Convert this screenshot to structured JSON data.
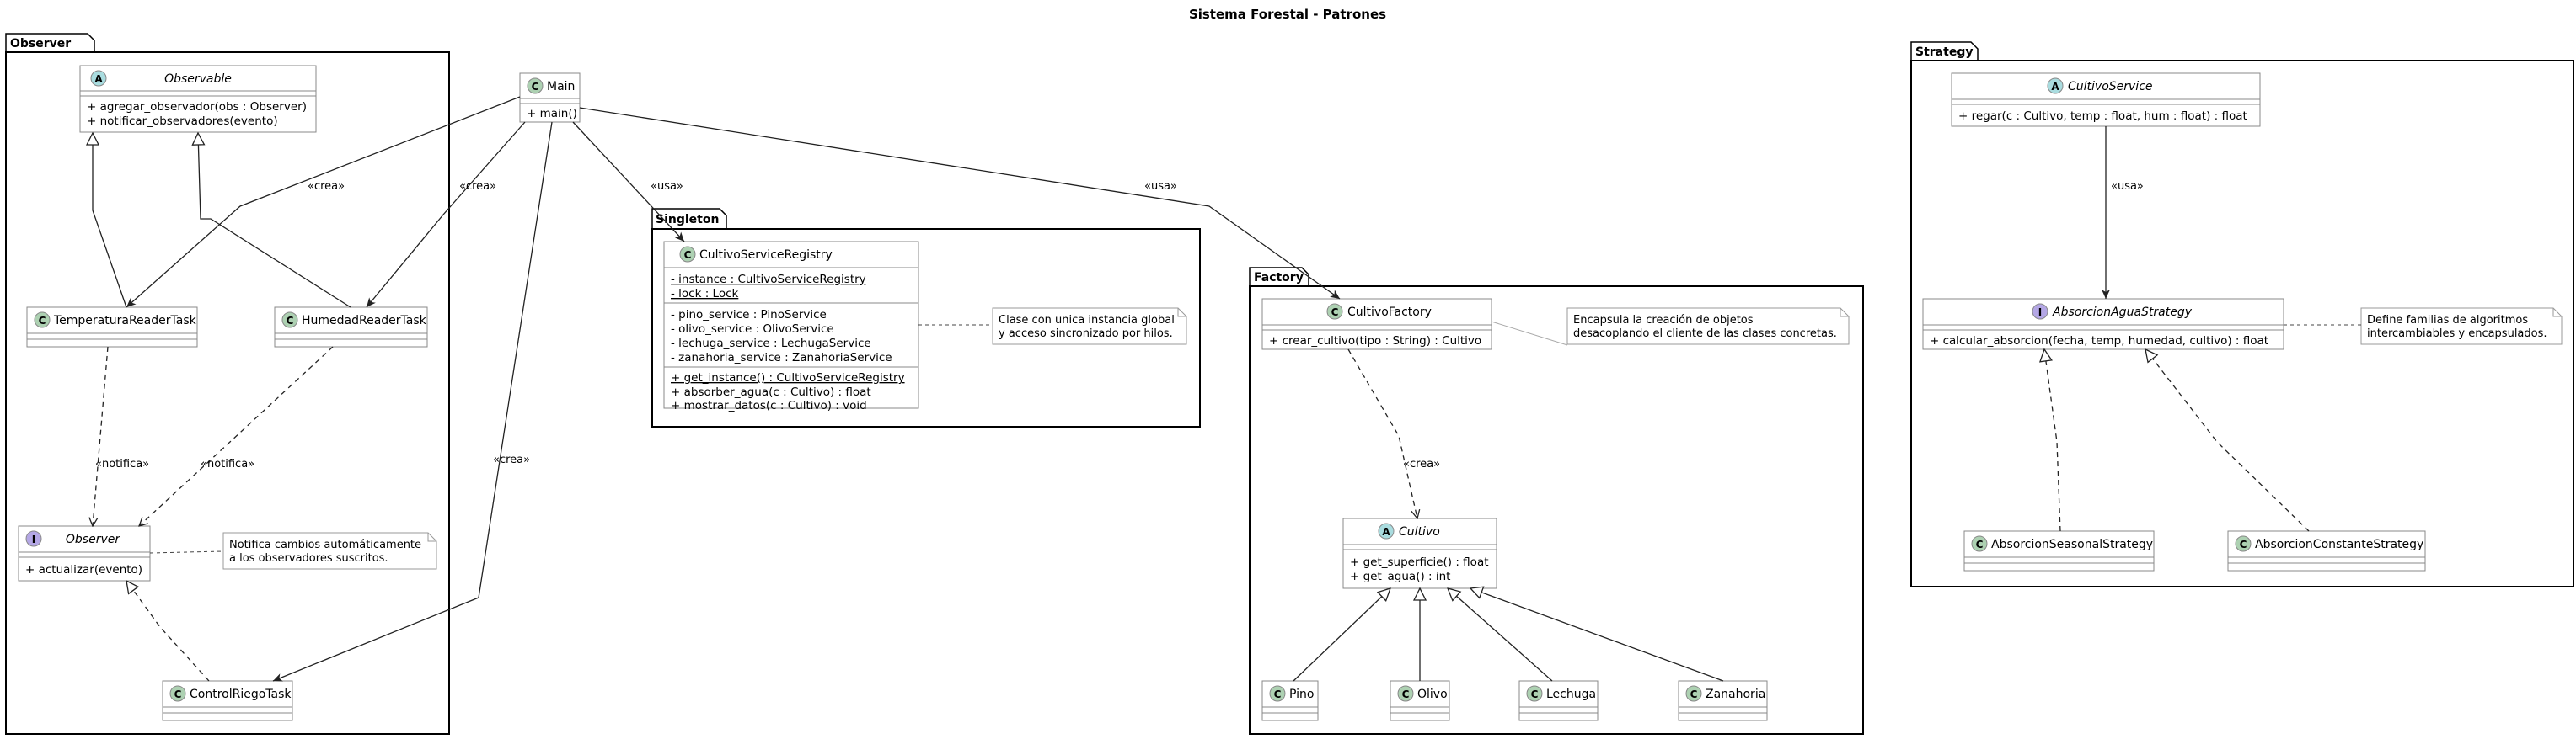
{
  "title": "Sistema Forestal - Patrones",
  "colors": {
    "class_badge": "#ADD1B2",
    "abstract_badge": "#A9DCDF",
    "interface_badge": "#B4A7E5",
    "border": "#888888",
    "package_border": "#000000"
  },
  "packages": {
    "observer": "Observer",
    "singleton": "Singleton",
    "factory": "Factory",
    "strategy": "Strategy"
  },
  "classes": {
    "observable": {
      "badge": "A",
      "name": "Observable",
      "members": [
        "+ agregar_observador(obs : Observer)",
        "+ notificar_observadores(evento)"
      ]
    },
    "main": {
      "badge": "C",
      "name": "Main",
      "members": [
        "+ main()"
      ]
    },
    "temperatura": {
      "badge": "C",
      "name": "TemperaturaReaderTask"
    },
    "humedad": {
      "badge": "C",
      "name": "HumedadReaderTask"
    },
    "observer": {
      "badge": "I",
      "name": "Observer",
      "members": [
        "+ actualizar(evento)"
      ]
    },
    "control": {
      "badge": "C",
      "name": "ControlRiegoTask"
    },
    "registry": {
      "badge": "C",
      "name": "CultivoServiceRegistry",
      "static": [
        "- instance : CultivoServiceRegistry",
        "- lock : Lock"
      ],
      "fields": [
        "- pino_service : PinoService",
        "- olivo_service : OlivoService",
        "- lechuga_service : LechugaService",
        "- zanahoria_service : ZanahoriaService"
      ],
      "methods": [
        "+ get_instance() : CultivoServiceRegistry",
        "+ absorber_agua(c : Cultivo) : float",
        "+ mostrar_datos(c : Cultivo) : void"
      ]
    },
    "factory": {
      "badge": "C",
      "name": "CultivoFactory",
      "members": [
        "+ crear_cultivo(tipo : String) : Cultivo"
      ]
    },
    "cultivo": {
      "badge": "A",
      "name": "Cultivo",
      "members": [
        "+ get_superficie() : float",
        "+ get_agua() : int"
      ]
    },
    "pino": {
      "badge": "C",
      "name": "Pino"
    },
    "olivo": {
      "badge": "C",
      "name": "Olivo"
    },
    "lechuga": {
      "badge": "C",
      "name": "Lechuga"
    },
    "zanahoria": {
      "badge": "C",
      "name": "Zanahoria"
    },
    "service": {
      "badge": "A",
      "name": "CultivoService",
      "members": [
        "+ regar(c : Cultivo, temp : float, hum : float) : float"
      ]
    },
    "strategy": {
      "badge": "I",
      "name": "AbsorcionAguaStrategy",
      "members": [
        "+ calcular_absorcion(fecha, temp, humedad, cultivo) : float"
      ]
    },
    "seasonal": {
      "badge": "C",
      "name": "AbsorcionSeasonalStrategy"
    },
    "constante": {
      "badge": "C",
      "name": "AbsorcionConstanteStrategy"
    }
  },
  "notes": {
    "observer": [
      "Notifica cambios automáticamente",
      "a los observadores suscritos."
    ],
    "singleton": [
      "Clase con unica instancia global",
      "y acceso sincronizado por hilos."
    ],
    "factory": [
      "Encapsula la creación de objetos",
      "desacoplando el cliente de las clases concretas."
    ],
    "strategy": [
      "Define familias de algoritmos",
      "intercambiables y encapsulados."
    ]
  },
  "relations": {
    "crea": "«crea»",
    "usa": "«usa»",
    "notifica": "«notifica»"
  }
}
